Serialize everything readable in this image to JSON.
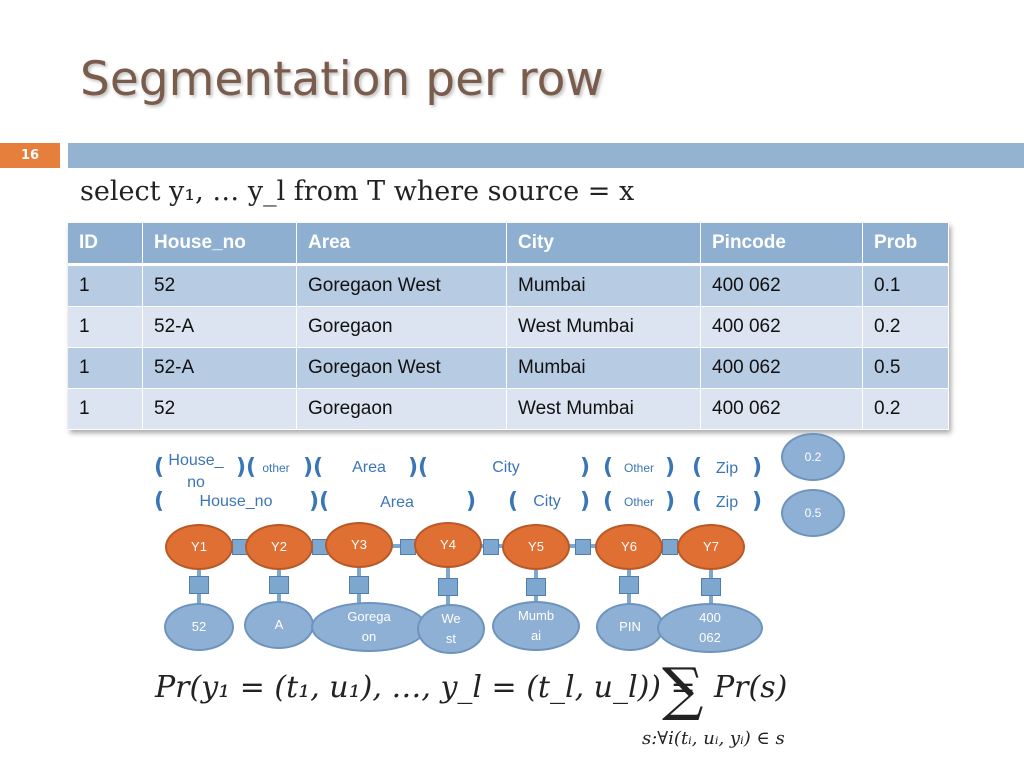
{
  "slide": {
    "title": "Segmentation per row",
    "number": "16",
    "query": "select y₁, … y_l from T where source = x"
  },
  "table": {
    "headers": [
      "ID",
      "House_no",
      "Area",
      "City",
      "Pincode",
      "Prob"
    ],
    "rows": [
      [
        "1",
        "52",
        "Goregaon West",
        "Mumbai",
        "400 062",
        "0.1"
      ],
      [
        "1",
        "52-A",
        "Goregaon",
        "West Mumbai",
        "400 062",
        "0.2"
      ],
      [
        "1",
        "52-A",
        "Goregaon West",
        "Mumbai",
        "400 062",
        "0.5"
      ],
      [
        "1",
        "52",
        "Goregaon",
        "West Mumbai",
        "400 062",
        "0.2"
      ]
    ]
  },
  "segmentations": {
    "row1": {
      "house": "House_\nno",
      "other1": "other",
      "area": "Area",
      "city": "City",
      "other2": "Other",
      "zip": "Zip",
      "prob": "0.2"
    },
    "row2": {
      "house": "House_no",
      "area": "Area",
      "city": "City",
      "other": "Other",
      "zip": "Zip",
      "prob": "0.5"
    }
  },
  "chain": {
    "labels": [
      "Y1",
      "Y2",
      "Y3",
      "Y4",
      "Y5",
      "Y6",
      "Y7"
    ],
    "tokens": [
      "52",
      "A",
      "Gorega\non",
      "We\nst",
      "Mumb\nai",
      "PIN",
      "400\n062"
    ]
  },
  "formula": {
    "lhs": "Pr(y₁ = (t₁, u₁), …, y_l = (t_l, u_l)) =",
    "sigma": "∑",
    "rhs": "Pr(s)",
    "subscript": "s:∀i(tᵢ, uᵢ, yᵢ) ∈ s"
  },
  "colors": {
    "title": "#7a5c4d",
    "accent": "#e67e3c",
    "bar": "#93b3d0",
    "header": "#8eafd0",
    "row_dark": "#b7cbe2",
    "row_light": "#dbe4f0",
    "node_orange": "#e06f33",
    "node_blue": "#8eb0d4"
  }
}
